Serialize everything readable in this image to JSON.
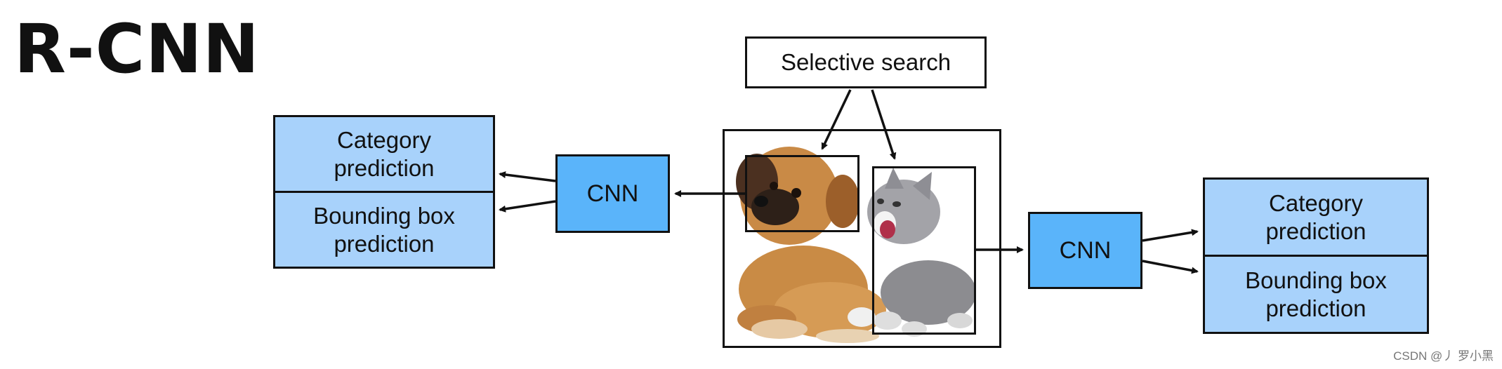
{
  "title": "R-CNN",
  "selective_search": "Selective search",
  "left_output": {
    "top": "Category\nprediction",
    "bottom": "Bounding box\nprediction"
  },
  "left_cnn": "CNN",
  "right_cnn": "CNN",
  "right_output": {
    "top": "Category\nprediction",
    "bottom": "Bounding box\nprediction"
  },
  "footer": "CSDN @丿 罗小黑",
  "colors": {
    "output_box": "#a8d2fb",
    "cnn_box": "#5ab4fa",
    "stroke": "#111111"
  },
  "image": {
    "subjects": [
      "puppy",
      "kitten"
    ]
  }
}
